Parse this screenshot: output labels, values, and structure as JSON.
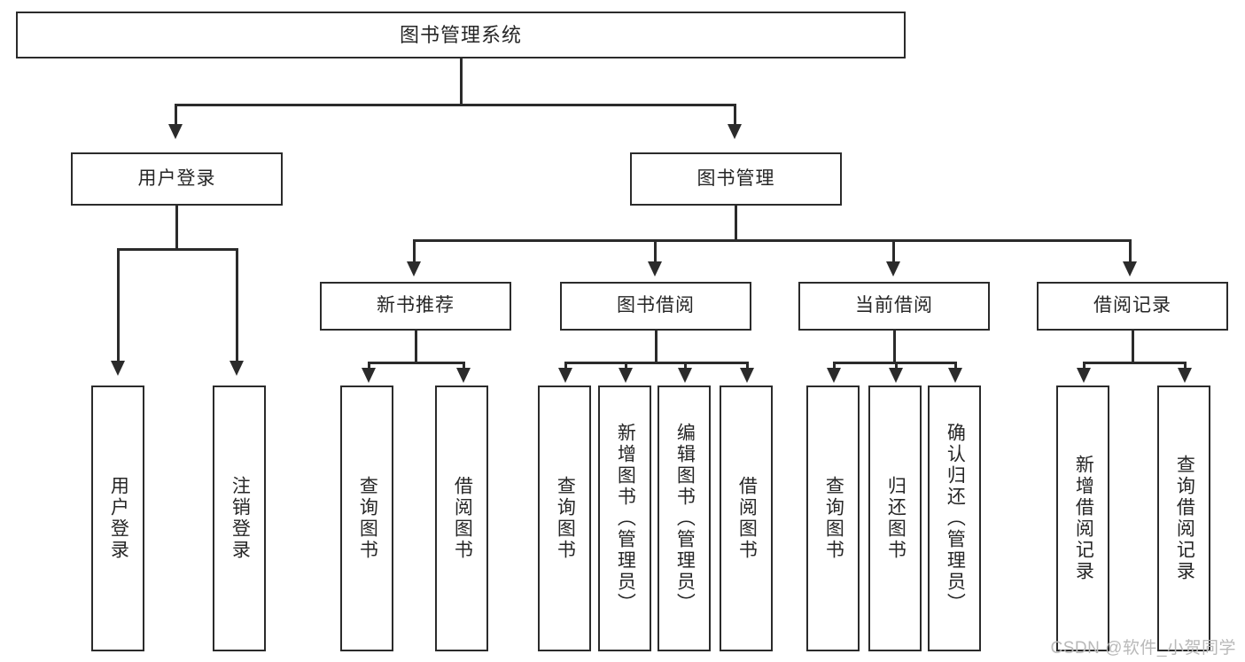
{
  "diagram": {
    "type": "tree",
    "title": "图书管理系统",
    "watermark": "CSDN @软件_小贺同学",
    "colors": {
      "stroke": "#2b2b2b",
      "fill": "#ffffff",
      "watermark": "#b9b9b9"
    },
    "root": {
      "label": "图书管理系统"
    },
    "level2": [
      {
        "label": "用户登录"
      },
      {
        "label": "图书管理"
      }
    ],
    "level3": [
      {
        "label": "新书推荐"
      },
      {
        "label": "图书借阅"
      },
      {
        "label": "当前借阅"
      },
      {
        "label": "借阅记录"
      }
    ],
    "leaves": {
      "user_login": [
        {
          "label": "用户登录"
        },
        {
          "label": "注销登录"
        }
      ],
      "new_book": [
        {
          "label": "查询图书"
        },
        {
          "label": "借阅图书"
        }
      ],
      "borrow_book": [
        {
          "label": "查询图书"
        },
        {
          "label": "新增图书（管理员）"
        },
        {
          "label": "编辑图书（管理员）"
        },
        {
          "label": "借阅图书"
        }
      ],
      "current_borrow": [
        {
          "label": "查询图书"
        },
        {
          "label": "归还图书"
        },
        {
          "label": "确认归还（管理员）"
        }
      ],
      "borrow_record": [
        {
          "label": "新增借阅记录"
        },
        {
          "label": "查询借阅记录"
        }
      ]
    }
  }
}
